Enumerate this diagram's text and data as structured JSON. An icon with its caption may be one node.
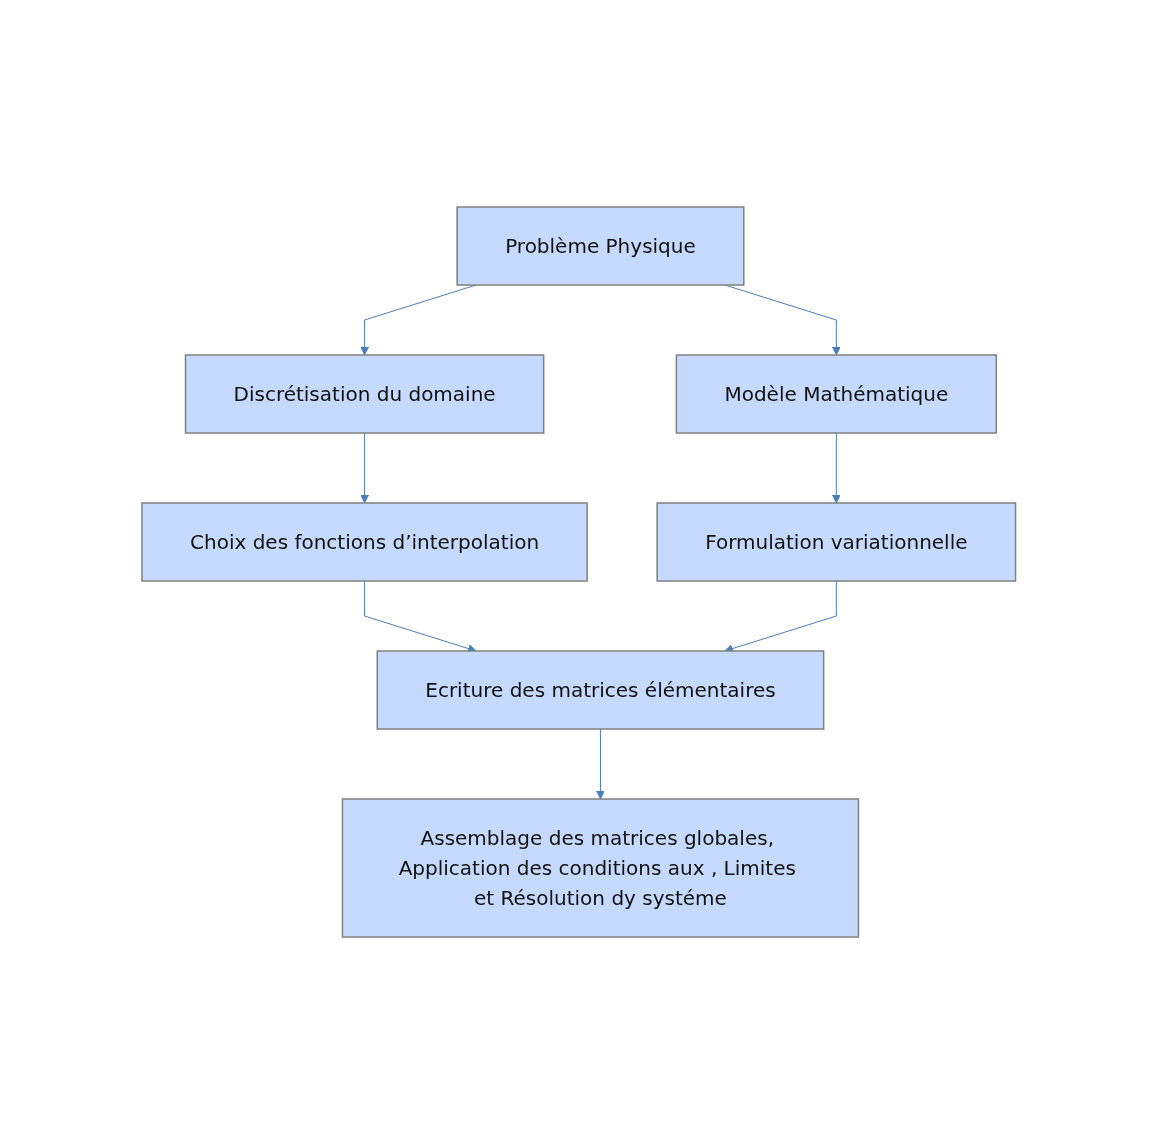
{
  "diagram": {
    "nodes": [
      {
        "text": [
          "Problème Physique"
        ]
      },
      {
        "text": [
          "Discrétisation du domaine"
        ]
      },
      {
        "text": [
          "Modèle Mathématique"
        ]
      },
      {
        "text": [
          "Choix des fonctions d’interpolation"
        ]
      },
      {
        "text": [
          "Formulation variationnelle"
        ]
      },
      {
        "text": [
          "Ecriture des matrices élémentaires"
        ]
      },
      {
        "text": [
          "Assemblage des matrices globales, Application des conditions aux , Limites et Résolution dy systéme"
        ]
      }
    ],
    "edges": [
      {
        "from": 0,
        "to": 1,
        "arrow": "to"
      },
      {
        "from": 0,
        "to": 2,
        "arrow": "to"
      },
      {
        "from": 1,
        "to": 3,
        "arrow": "to"
      },
      {
        "from": 2,
        "to": 4,
        "arrow": "to"
      },
      {
        "from": 3,
        "to": 5,
        "arrow": "to"
      },
      {
        "from": 4,
        "to": 5,
        "arrow": "to"
      },
      {
        "from": 5,
        "to": 6,
        "arrow": "to"
      }
    ]
  }
}
